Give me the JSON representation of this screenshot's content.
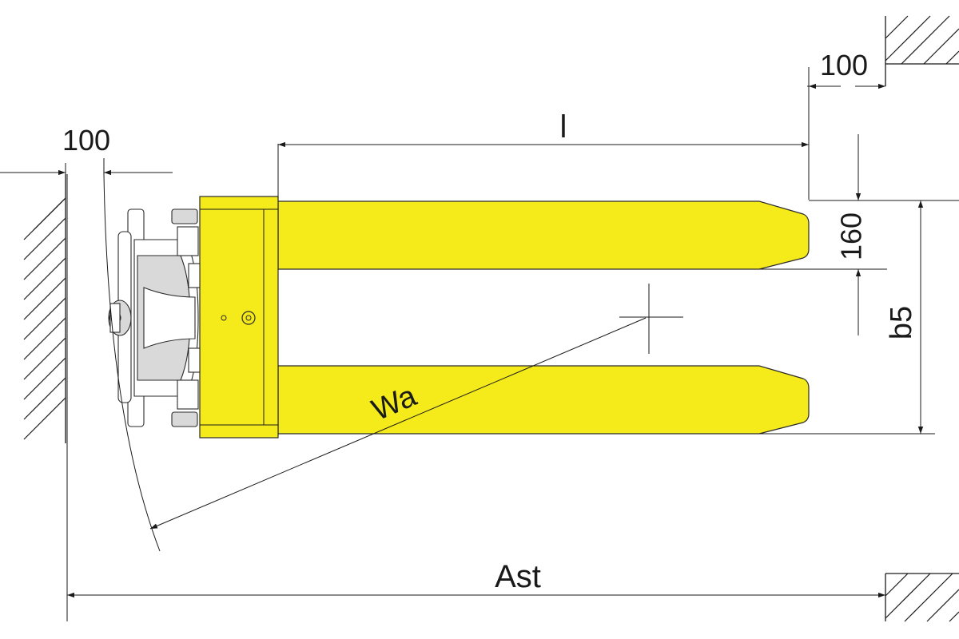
{
  "drawing": {
    "dims": {
      "clearance_left": "100",
      "clearance_right": "100",
      "fork_length": "l",
      "fork_width": "160",
      "outer_fork_spread": "b5",
      "turning_radius": "Wa",
      "aisle_width": "Ast"
    },
    "colors": {
      "fork_fill": "#f5ea1a",
      "line": "#1a1a1a"
    }
  }
}
